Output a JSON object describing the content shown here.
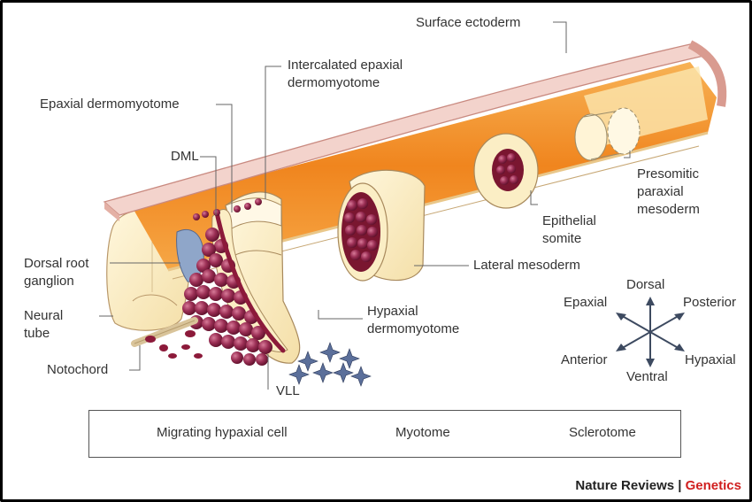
{
  "labels": {
    "surface_ectoderm": "Surface ectoderm",
    "intercalated_1": "Intercalated epaxial",
    "intercalated_2": "dermomyotome",
    "epaxial_dermomyotome": "Epaxial dermomyotome",
    "dml": "DML",
    "presomitic_1": "Presomitic",
    "presomitic_2": "paraxial",
    "presomitic_3": "mesoderm",
    "epithelial_1": "Epithelial",
    "epithelial_2": "somite",
    "drg_1": "Dorsal root",
    "drg_2": "ganglion",
    "lateral_mesoderm": "Lateral mesoderm",
    "neural_1": "Neural",
    "neural_2": "tube",
    "hypaxial_1": "Hypaxial",
    "hypaxial_2": "dermomyotome",
    "notochord": "Notochord",
    "vll": "VLL"
  },
  "axes": {
    "dorsal": "Dorsal",
    "epaxial": "Epaxial",
    "posterior": "Posterior",
    "anterior": "Anterior",
    "hypaxial": "Hypaxial",
    "ventral": "Ventral"
  },
  "legend": {
    "migrating": "Migrating hypaxial cell",
    "myotome": "Myotome",
    "sclerotome": "Sclerotome"
  },
  "credit": {
    "journal": "Nature Reviews",
    "separator": " | ",
    "section": "Genetics"
  },
  "colors": {
    "ectoderm": "#f3d3cc",
    "ectoderm_edge": "#c98a80",
    "mesoderm": "#f39a2e",
    "somite": "#fbeec5",
    "myotome": "#8c1a3a",
    "sclerotome": "#9b2f55",
    "migrating_cell": "#5b6f9a",
    "accent": "#d01f1f"
  }
}
